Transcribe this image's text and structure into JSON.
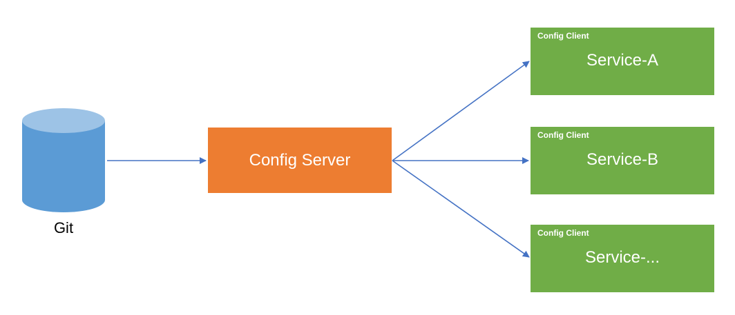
{
  "git": {
    "label": "Git",
    "top_color": "#9dc3e6",
    "body_color": "#5b9bd5"
  },
  "server": {
    "label": "Config Server",
    "color": "#ed7d31"
  },
  "clients": [
    {
      "tag": "Config Client",
      "name": "Service-A"
    },
    {
      "tag": "Config Client",
      "name": "Service-B"
    },
    {
      "tag": "Config Client",
      "name": "Service-..."
    }
  ],
  "colors": {
    "client": "#70ad47",
    "arrow": "#4472c4"
  }
}
